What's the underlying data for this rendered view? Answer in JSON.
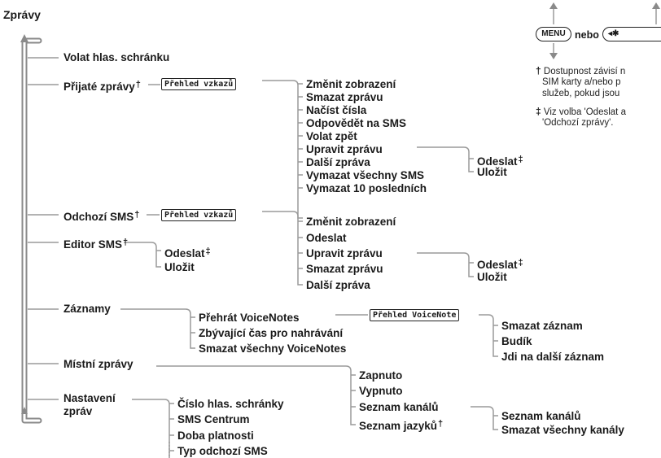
{
  "title": "Zprávy",
  "main_menu": [
    "Volat hlas. schránku",
    "Přijaté zprávy",
    "Odchozí SMS",
    "Editor SMS",
    "Záznamy",
    "Místní zprávy",
    "Nastavení",
    "zpráv"
  ],
  "prijate": {
    "box": "Přehled vzkazů",
    "items": [
      "Změnit zobrazení",
      "Smazat zprávu",
      "Načíst čísla",
      "Odpovědět na SMS",
      "Volat zpět",
      "Upravit zprávu",
      "Další zpráva",
      "Vymazat všechny SMS",
      "Vymazat 10 posledních"
    ],
    "sub": [
      "Odeslat",
      "Uložit"
    ]
  },
  "odchozi": {
    "box": "Přehled vzkazů",
    "items": [
      "Změnit zobrazení",
      "Odeslat",
      "Upravit zprávu",
      "Smazat zprávu",
      "Další zpráva"
    ],
    "sub": [
      "Odeslat",
      "Uložit"
    ]
  },
  "editor": {
    "items": [
      "Odeslat",
      "Uložit"
    ]
  },
  "zaznamy": {
    "items": [
      "Přehrát VoiceNotes",
      "Zbývající čas pro nahrávání",
      "Smazat všechny VoiceNotes"
    ],
    "box": "Přehled VoiceNote",
    "sub": [
      "Smazat záznam",
      "Budík",
      "Jdi na další záznam"
    ]
  },
  "mistni": {
    "items": [
      "Zapnuto",
      "Vypnuto",
      "Seznam kanálů",
      "Seznam jazyků"
    ],
    "sub": [
      "Seznam kanálů",
      "Smazat všechny kanály"
    ]
  },
  "nastaveni": {
    "items": [
      "Číslo hlas. schránky",
      "SMS Centrum",
      "Doba platnosti",
      "Typ odchozí SMS"
    ]
  },
  "marks": {
    "dagger": "†",
    "ddagger": "‡"
  },
  "keys": {
    "menu": "MENU",
    "nebo": "nebo",
    "star": "◂✱"
  },
  "notes": {
    "dagger_1": "Dostupnost závisí n",
    "dagger_2": "SIM karty a/nebo p",
    "dagger_3": "služeb, pokud jsou",
    "ddagger_1": "Viz volba 'Odeslat a",
    "ddagger_2": "'Odchozí zprávy'."
  }
}
